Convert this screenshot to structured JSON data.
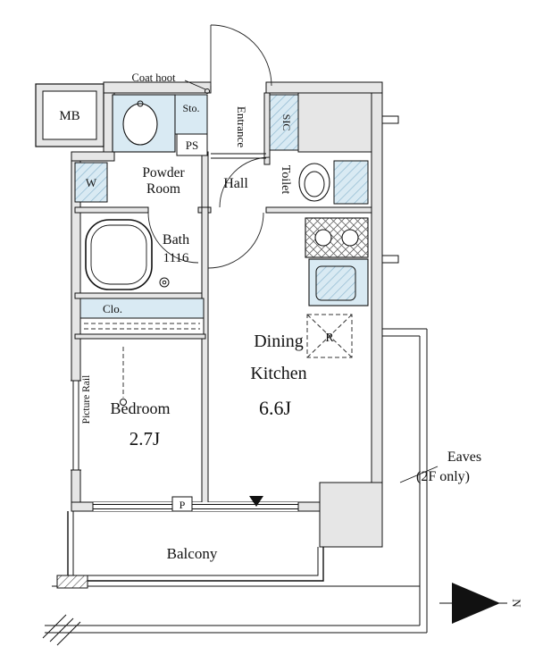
{
  "colors": {
    "fixture_blue": "#d9eaf3",
    "hatch_blue": "#8fb8d0",
    "wall_gray": "#e6e6e6",
    "line_black": "#111111"
  },
  "rooms": {
    "mb": "MB",
    "coat_hook": "Coat hoot",
    "storage": "Sto.",
    "pipe_shaft": "PS",
    "entrance": "Entrance",
    "sic": "SIC",
    "powder_room_line1": "Powder",
    "powder_room_line2": "Room",
    "hall": "Hall",
    "toilet": "Toilet",
    "washer": "W",
    "bath_line1": "Bath",
    "bath_line2": "1116",
    "closet": "Clo.",
    "picture_rail": "Picture Rail",
    "bedroom": "Bedroom",
    "bedroom_size": "2.7J",
    "dining": "Dining",
    "kitchen": "Kitchen",
    "dining_kitchen_size": "6.6J",
    "refrigerator": "R",
    "pipe": "P",
    "balcony": "Balcony",
    "eaves_line1": "Eaves",
    "eaves_line2": "(2F only)",
    "north": "N"
  }
}
